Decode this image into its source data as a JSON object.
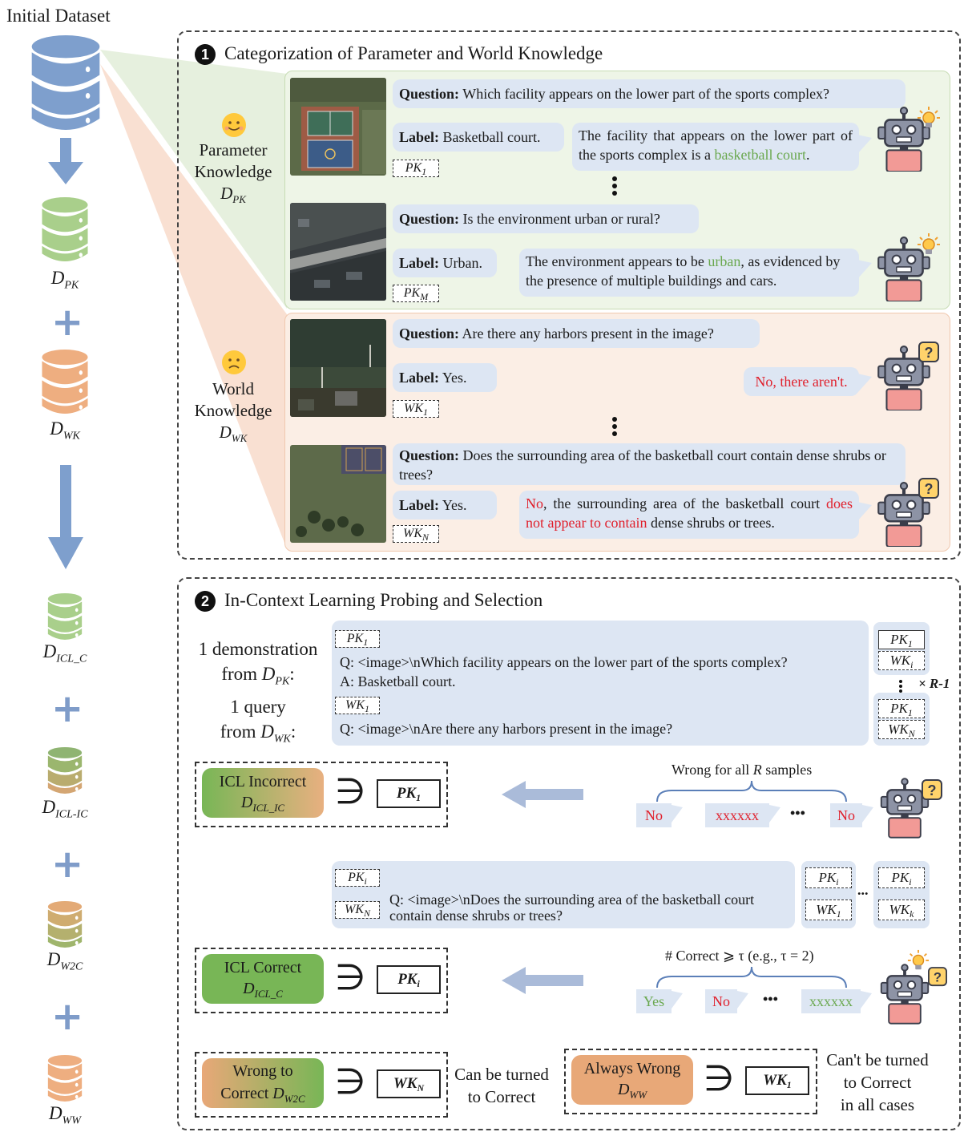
{
  "left": {
    "title": "Initial Dataset",
    "labels": {
      "dpk": "D",
      "dpk_sub": "PK",
      "dwk": "D",
      "dwk_sub": "WK",
      "dicl_c": "D",
      "dicl_c_sub": "ICL_C",
      "dicl_ic": "D",
      "dicl_ic_sub": "ICL-IC",
      "dw2c": "D",
      "dw2c_sub": "W2C",
      "dww": "D",
      "dww_sub": "WW"
    },
    "plus": "+",
    "colors": {
      "blue": "#7e9fcd",
      "green": "#a9cf8b",
      "orange": "#eeae80",
      "olive": "#a8b86e"
    }
  },
  "panel1": {
    "number": "1",
    "title": "Categorization of Parameter and World Knowledge",
    "pk_side": {
      "line1": "Parameter",
      "line2": "Knowledge",
      "var": "D",
      "var_sub": "PK"
    },
    "wk_side": {
      "line1": "World",
      "line2": "Knowledge",
      "var": "D",
      "var_sub": "WK"
    },
    "q_label": "Question:",
    "l_label": "Label:",
    "items": [
      {
        "question": "Which facility appears on the lower part of the sports complex?",
        "label": "Basketball court.",
        "tag": "PK",
        "tag_sub": "1",
        "answer_a": "The facility that appears on the lower part of the sports complex is a ",
        "answer_hl": "basketball court",
        "answer_b": "."
      },
      {
        "question": "Is the environment urban or rural?",
        "label": "Urban.",
        "tag": "PK",
        "tag_sub": "M",
        "answer_a": "The environment appears to be ",
        "answer_hl": "urban",
        "answer_b": ", as evidenced by the presence of multiple buildings and cars."
      },
      {
        "question": "Are there any harbors present in the image?",
        "label": "Yes.",
        "tag": "WK",
        "tag_sub": "1",
        "answer": "No, there aren't."
      },
      {
        "question": "Does the surrounding area of the basketball court contain dense shrubs or trees?",
        "label": "Yes.",
        "tag": "WK",
        "tag_sub": "N",
        "answer_r1": "No",
        "answer_m1": ", the surrounding area of the basketball court ",
        "answer_r2": "does not appear to contain",
        "answer_m2": " dense shrubs or trees."
      }
    ],
    "vdots": "⋮"
  },
  "panel2": {
    "number": "2",
    "title": "In-Context Learning Probing and Selection",
    "demo": {
      "line1": "1 demonstration",
      "line2": "from ",
      "var": "D",
      "var_sub": "PK",
      "colon": ":"
    },
    "query": {
      "line1": "1 query",
      "line2": "from ",
      "var": "D",
      "var_sub": "WK",
      "colon": ":"
    },
    "prompt1": {
      "tag1": "PK",
      "tag1_sub": "1",
      "q1": "Q: <image>\\nWhich facility appears on the lower part of the sports complex?",
      "a1": "A: Basketball court.",
      "tag2": "WK",
      "tag2_sub": "1",
      "q2": "Q: <image>\\nAre there any harbors present in the image?"
    },
    "side_tags": {
      "a": "PK",
      "a_sub": "1",
      "b": "WK",
      "b_sub": "i",
      "c": "PK",
      "c_sub": "1",
      "d": "WK",
      "d_sub": "N",
      "repeat": "× R-1"
    },
    "icl_incorrect": {
      "title": "ICL Incorrect",
      "var": "D",
      "var_sub": "ICL_IC",
      "member": "PK",
      "member_sub": "1"
    },
    "wrong_all": {
      "text_a": "Wrong for all ",
      "r": "R",
      "text_b": " samples",
      "ans1": "No",
      "ans2": "xxxxxx",
      "ans3": "No",
      "ellipsis": "•••"
    },
    "prompt2": {
      "tag1": "PK",
      "tag1_sub": "i",
      "tag2": "WK",
      "tag2_sub": "N",
      "q": "Q: <image>\\nDoes the surrounding area of the basketball court contain dense shrubs or trees?",
      "s1": "PK",
      "s1_sub": "i",
      "s2": "WK",
      "s2_sub": "1",
      "s3": "PK",
      "s3_sub": "i",
      "s4": "WK",
      "s4_sub": "k",
      "ellipsis": "..."
    },
    "correct_count": {
      "text": "# Correct ⩾ τ (e.g., τ = 2)",
      "ans1": "Yes",
      "ans2": "No",
      "ans3": "xxxxxx",
      "ellipsis": "•••"
    },
    "icl_correct": {
      "title": "ICL Correct",
      "var": "D",
      "var_sub": "ICL_C",
      "member": "PK",
      "member_sub": "i"
    },
    "w2c": {
      "title": "Wrong to",
      "title2": "Correct ",
      "var": "D",
      "var_sub": "W2C",
      "member": "WK",
      "member_sub": "N",
      "note1": "Can be turned",
      "note2": "to Correct"
    },
    "ww": {
      "title": "Always Wrong",
      "var": "D",
      "var_sub": "WW",
      "member": "WK",
      "member_sub": "1",
      "note1": "Can't be turned",
      "note2": "to Correct",
      "note3": "in all cases"
    },
    "superset": "∋"
  }
}
